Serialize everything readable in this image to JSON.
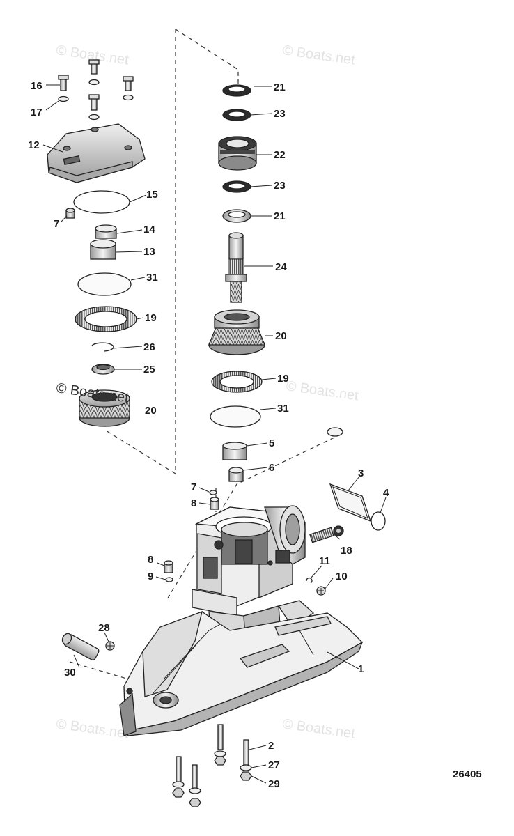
{
  "diagram_id": "26405",
  "watermark": "© Boats.net",
  "callouts": [
    "1",
    "2",
    "3",
    "4",
    "5",
    "6",
    "7",
    "8",
    "9",
    "10",
    "11",
    "12",
    "13",
    "14",
    "15",
    "16",
    "17",
    "18",
    "19",
    "20",
    "21",
    "22",
    "23",
    "24",
    "25",
    "26",
    "27",
    "28",
    "29",
    "30",
    "31"
  ],
  "colors": {
    "line": "#222222",
    "part_fill": "#f2f2f2",
    "shade": "#bdbdbd",
    "dark": "#4a4a4a",
    "watermark": "#e3e3e3"
  }
}
